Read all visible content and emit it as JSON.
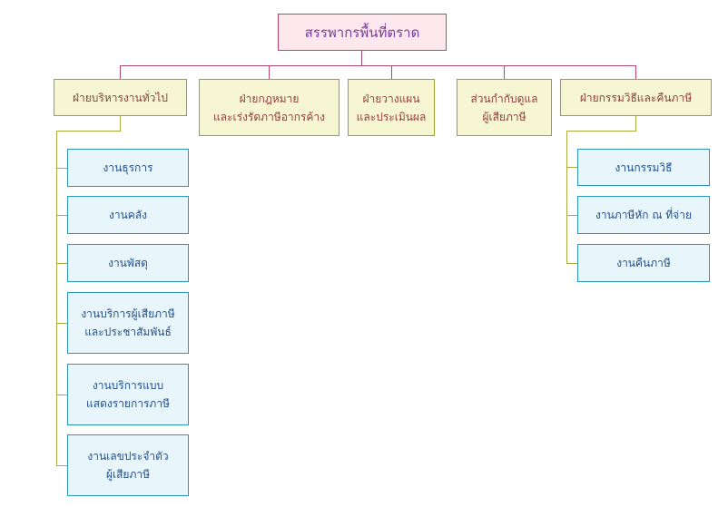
{
  "chart": {
    "root": "สรรพากรพื้นที่ตราด",
    "departments": [
      {
        "lines": [
          "ฝ่ายบริหารงานทั่วไป"
        ]
      },
      {
        "lines": [
          "ฝ่ายกฎหมาย",
          "และเร่งรัดภาษีอากรค้าง"
        ]
      },
      {
        "lines": [
          "ฝ่ายวางแผน",
          "และประเมินผล"
        ]
      },
      {
        "lines": [
          "ส่วนกำกับดูแล",
          "ผู้เสียภาษี"
        ]
      },
      {
        "lines": [
          "ฝ่ายกรรมวิธีและคืนภาษี"
        ]
      }
    ],
    "admin_units": [
      {
        "lines": [
          "งานธุรการ"
        ]
      },
      {
        "lines": [
          "งานคลัง"
        ]
      },
      {
        "lines": [
          "งานพัสดุ"
        ]
      },
      {
        "lines": [
          "งานบริการผู้เสียภาษี",
          "และประชาสัมพันธ์"
        ]
      },
      {
        "lines": [
          "งานบริการแบบ",
          "แสดงรายการภาษี"
        ]
      },
      {
        "lines": [
          "งานเลขประจำตัว",
          "ผู้เสียภาษี"
        ]
      }
    ],
    "process_units": [
      {
        "lines": [
          "งานกรรมวิธี"
        ]
      },
      {
        "lines": [
          "งานภาษีหัก ณ ที่จ่าย"
        ]
      },
      {
        "lines": [
          "งานคืนภาษี"
        ]
      }
    ]
  },
  "colors": {
    "root_fill": "#fde8ee",
    "root_border": "#c4426e",
    "root_text": "#7a3a9c",
    "dept_fill": "#f6f7d2",
    "dept_border": "#9aa22c",
    "dept_text": "#8e3d3d",
    "unit_fill": "#e8f6fb",
    "unit_border": "#2d95c3",
    "unit_text": "#234f8c",
    "root_connector": "#b3486e",
    "dept_connector": "#a8ac3c"
  }
}
